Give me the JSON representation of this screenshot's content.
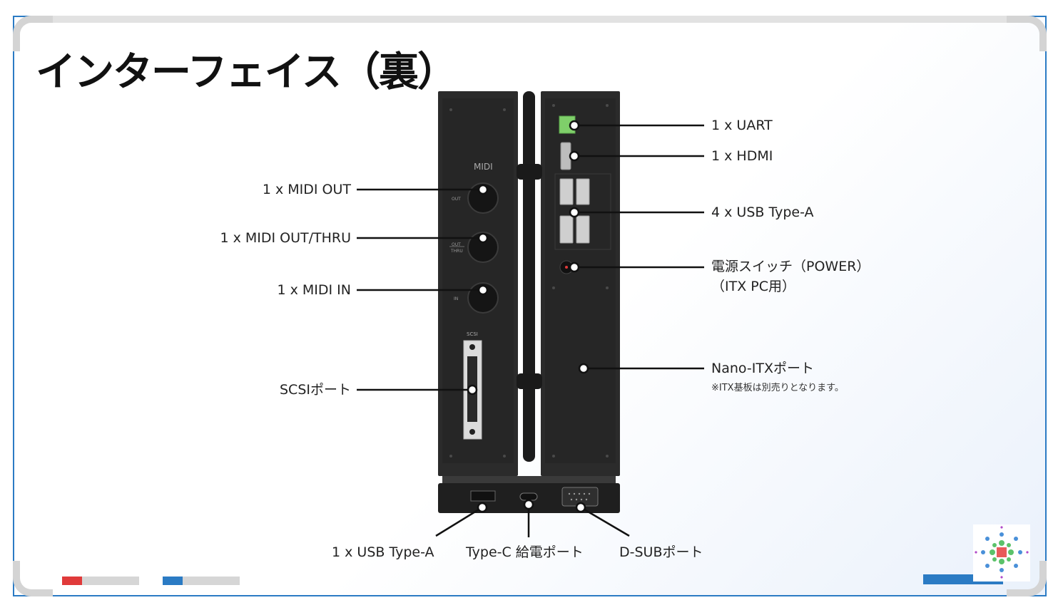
{
  "title": "インターフェイス（裏）",
  "panel_labels": {
    "midi": "MIDI",
    "midi_out": "OUT",
    "midi_out_thru_1": "OUT",
    "midi_out_thru_2": "THRU",
    "midi_in": "IN",
    "scsi": "SCSI"
  },
  "callouts_left": {
    "midi_out": "1 x MIDI OUT",
    "midi_out_thru": "1 x MIDI OUT/THRU",
    "midi_in": "1 x MIDI IN",
    "scsi": "SCSIポート"
  },
  "callouts_right": {
    "uart": "1 x UART",
    "hdmi": "1 x HDMI",
    "usb_a": "4 x USB Type-A",
    "power_1": "電源スイッチ（POWER）",
    "power_2": "（ITX PC用）",
    "itx": "Nano-ITXポート",
    "itx_note": "※ITX基板は別売りとなります。"
  },
  "callouts_bottom": {
    "usb_a": "1 x USB Type-A",
    "type_c": "Type-C 給電ポート",
    "dsub": "D-SUBポート"
  },
  "colors": {
    "frame_blue": "#2b7bc4",
    "device": "#2a2a2a",
    "accent_red": "#e03a3a",
    "accent_blue": "#2b7bc4",
    "uart_green": "#7fcf6a"
  },
  "icons": [
    "logo-icon"
  ]
}
